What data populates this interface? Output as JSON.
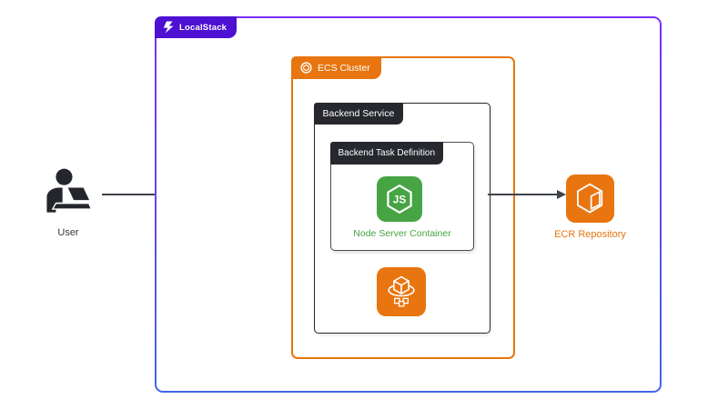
{
  "containers": {
    "localstack": {
      "label": "LocalStack"
    },
    "ecs_cluster": {
      "label": "ECS Cluster"
    },
    "backend_service": {
      "label": "Backend Service"
    },
    "backend_task_definition": {
      "label": "Backend Task Definition"
    }
  },
  "nodes": {
    "user": {
      "label": "User"
    },
    "elb": {
      "label": "ELB"
    },
    "node_server_container": {
      "label": "Node Server Container"
    },
    "ecr_repository": {
      "label": "ECR Repository"
    }
  },
  "connections": [
    {
      "from": "user",
      "to": "elb"
    },
    {
      "from": "elb",
      "to": "ecs_cluster"
    },
    {
      "from": "backend_service",
      "to": "ecr_repository"
    }
  ],
  "colors": {
    "localstack_badge": "#4e10d3",
    "localstack_border_top": "#7c2ff7",
    "localstack_border_bottom": "#4365ec",
    "aws_orange": "#e8750f",
    "dark": "#26282e",
    "node_green": "#47a444",
    "elb_purple": "#7a4cf0",
    "arrow": "#3e4249"
  }
}
